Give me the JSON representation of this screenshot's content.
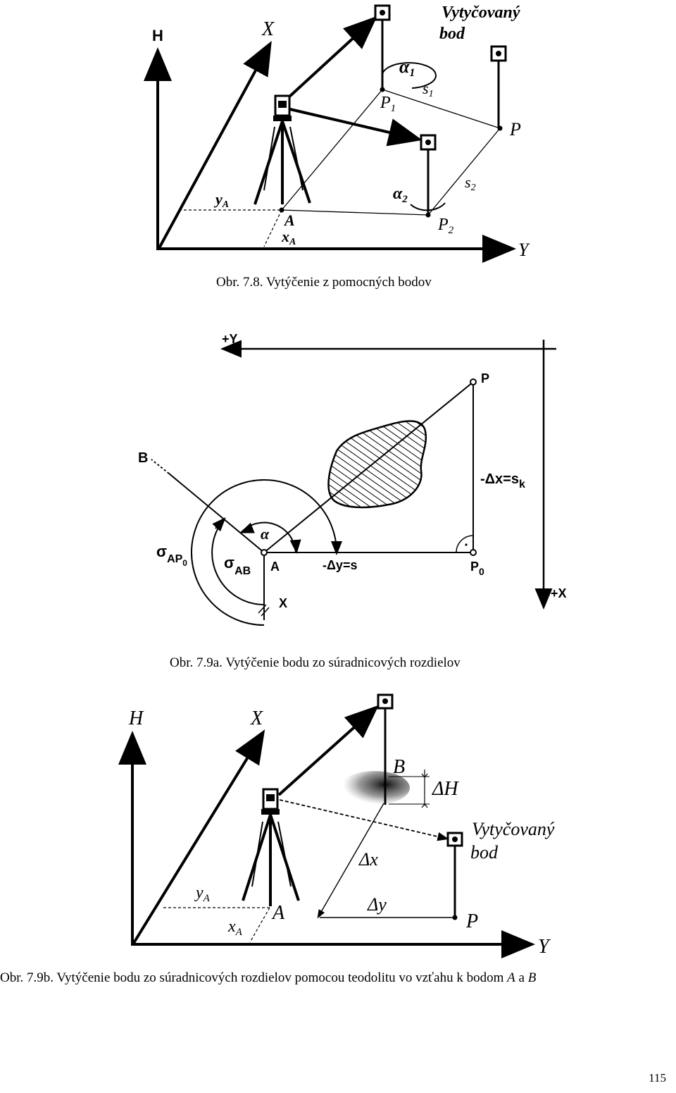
{
  "figures": {
    "fig78": {
      "axis_h": "H",
      "axis_x": "X",
      "axis_y": "Y",
      "label_target": [
        "Vytyčovaný",
        "bod"
      ],
      "label_alpha1": "α",
      "label_alpha1_sub": "1",
      "label_s1": "s",
      "label_s1_sub": "1",
      "label_p1": "P",
      "label_p1_sub": "1",
      "label_p": "P",
      "label_alpha2": "α",
      "label_alpha2_sub": "2",
      "label_s2": "s",
      "label_s2_sub": "2",
      "label_p2": "P",
      "label_p2_sub": "2",
      "label_ya": "y",
      "label_ya_sub": "A",
      "label_a": "A",
      "label_xa": "x",
      "label_xa_sub": "A",
      "caption": "Obr. 7.8.  Vytýčenie z pomocných bodov"
    },
    "fig79a": {
      "axis_plus_y": "+Y",
      "axis_plus_x": "+X",
      "label_p": "P",
      "label_b": "B",
      "label_dx": "-Δx=s",
      "label_dx_sub": "k",
      "label_alpha": "α",
      "label_sigma_ap0": "σ",
      "label_sigma_ap0_sub": "AP",
      "label_sigma_ap0_sub2": "0",
      "label_sigma_ab": "σ",
      "label_sigma_ab_sub": "AB",
      "label_a": "A",
      "label_dy": "-Δy=s",
      "label_p0": "P",
      "label_p0_sub": "0",
      "label_x": "X",
      "caption": "Obr. 7.9a.  Vytýčenie bodu zo súradnicových rozdielov"
    },
    "fig79b": {
      "axis_h": "H",
      "axis_x": "X",
      "axis_y": "Y",
      "label_b": "B",
      "label_dh": "ΔH",
      "label_target": [
        "Vytyčovaný",
        "bod"
      ],
      "label_dx": "Δx",
      "label_dy": "Δy",
      "label_p": "P",
      "label_ya": "y",
      "label_ya_sub": "A",
      "label_a": "A",
      "label_xa": "x",
      "label_xa_sub": "A",
      "caption_prefix": "Obr. 7.9b.  Vytýčenie bodu zo súradnicových rozdielov pomocou teodolitu vo vzťahu k bodom ",
      "caption_a": "A",
      "caption_mid": " a ",
      "caption_b": "B"
    }
  },
  "page_number": "115"
}
